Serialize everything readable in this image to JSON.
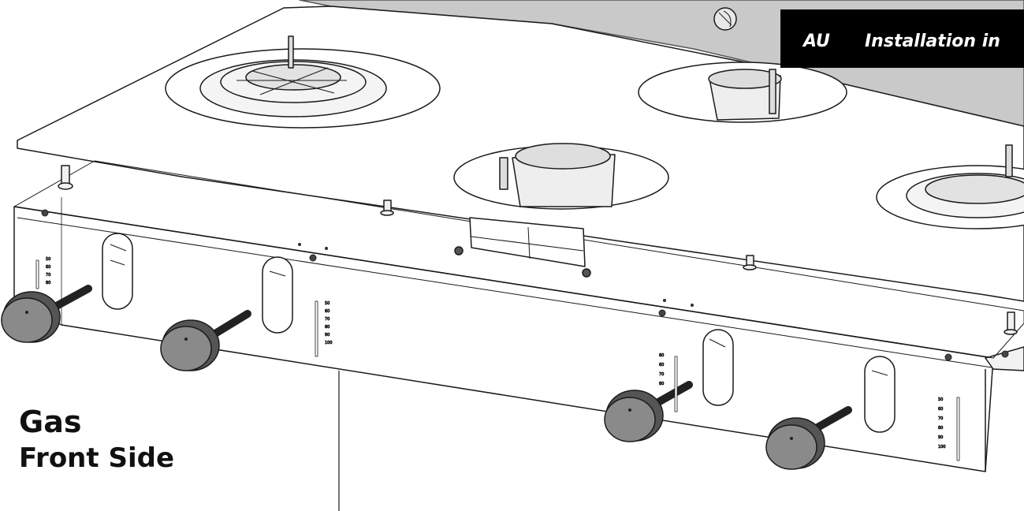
{
  "header": {
    "region": "AU",
    "title": "Installation in"
  },
  "caption": {
    "line1": "Gas",
    "line2": "Front Side"
  },
  "scales": {
    "left": [
      "50",
      "60",
      "70",
      "80"
    ],
    "middle": [
      "50",
      "60",
      "70",
      "80",
      "90",
      "100"
    ],
    "right_mid": [
      "80",
      "60",
      "70",
      "80"
    ],
    "right": [
      "50",
      "60",
      "70",
      "80",
      "90",
      "100"
    ]
  },
  "colors": {
    "hood": "#c9c9c9",
    "panel": "#ffffff",
    "line": "#1a1a1a",
    "knob": "#8a8a8a",
    "header_bg": "#000000"
  }
}
